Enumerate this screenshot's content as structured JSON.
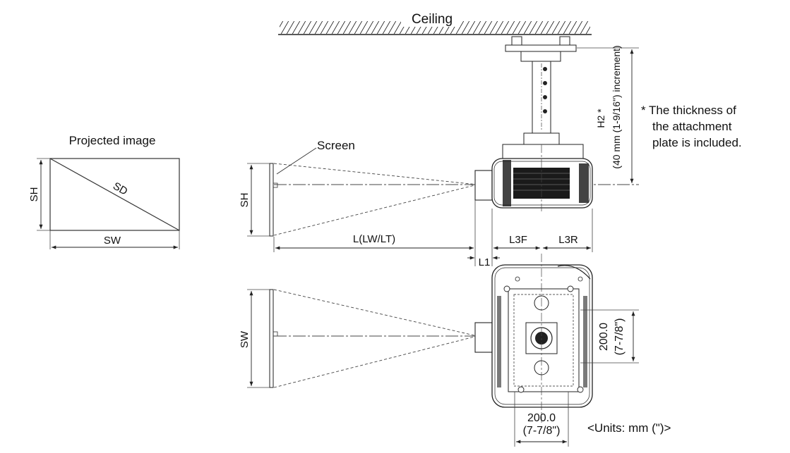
{
  "labels": {
    "ceiling": "Ceiling",
    "projected_image": "Projected image",
    "screen": "Screen",
    "sh": "SH",
    "sw": "SW",
    "sd": "SD",
    "l_lw_lt": "L(LW/LT)",
    "l1": "L1",
    "l3f": "L3F",
    "l3r": "L3R",
    "h2": "H2 *",
    "h2_increment": "(40 mm (1-9/16\") increment)",
    "dim_200": "200.0",
    "dim_inch": "(7-7/8\")",
    "units": "<Units: mm (\")>"
  },
  "note": {
    "line1": "* The thickness of",
    "line2": "the attachment",
    "line3": "plate is included."
  }
}
